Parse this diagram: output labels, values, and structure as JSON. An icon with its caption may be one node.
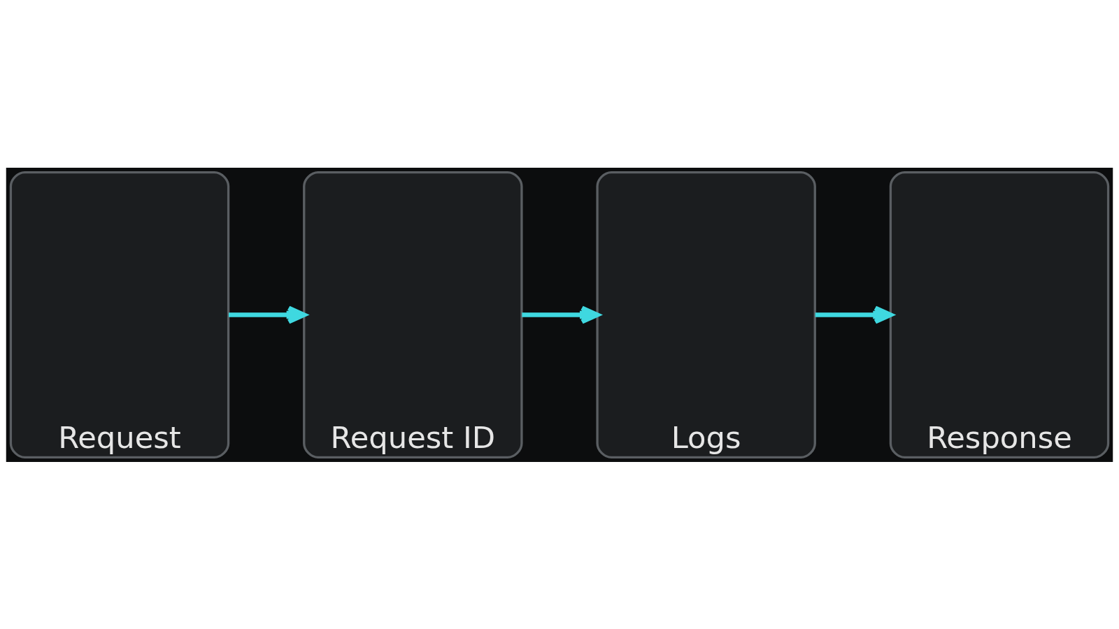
{
  "diagram": {
    "nodes": [
      {
        "text": [
          "Request"
        ]
      },
      {
        "text": [
          "Request ID"
        ]
      },
      {
        "text": [
          "Logs"
        ]
      },
      {
        "text": [
          "Response"
        ]
      }
    ],
    "edges": [
      {
        "from": 0,
        "to": 1,
        "arrow": "to"
      },
      {
        "from": 1,
        "to": 2,
        "arrow": "to"
      },
      {
        "from": 2,
        "to": 3,
        "arrow": "to"
      }
    ]
  }
}
